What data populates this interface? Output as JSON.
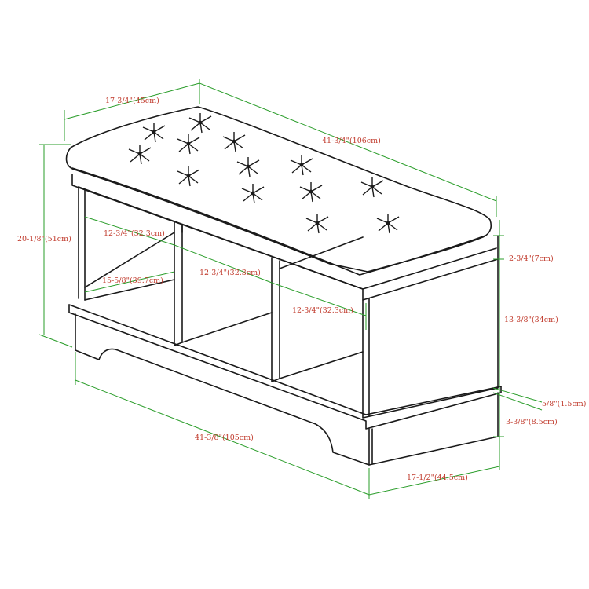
{
  "diagram": {
    "colors": {
      "outline": "#1a1a1a",
      "dimension_line": "#2a9d2a",
      "dimension_text": "#c0392b"
    },
    "dimensions": {
      "seat_depth": "17-3/4\"(45cm)",
      "seat_length": "41-3/4\"(106cm)",
      "overall_height": "20-1/8\"(51cm)",
      "cushion_thickness": "2-3/4\"(7cm)",
      "cubby_height": "13-3/8\"(34cm)",
      "shelf_thickness": "5/8\"(1.5cm)",
      "base_height": "3-3/8\"(8.5cm)",
      "base_depth": "17-1/2\"(44.5cm)",
      "base_length": "41-3/8\"(105cm)",
      "cubby_width_1": "12-3/4\"(32.3cm)",
      "cubby_width_2": "12-3/4\"(32.3cm)",
      "cubby_width_3": "12-3/4\"(32.3cm)",
      "cubby_depth": "15-5/8\"(39.7cm)"
    }
  }
}
